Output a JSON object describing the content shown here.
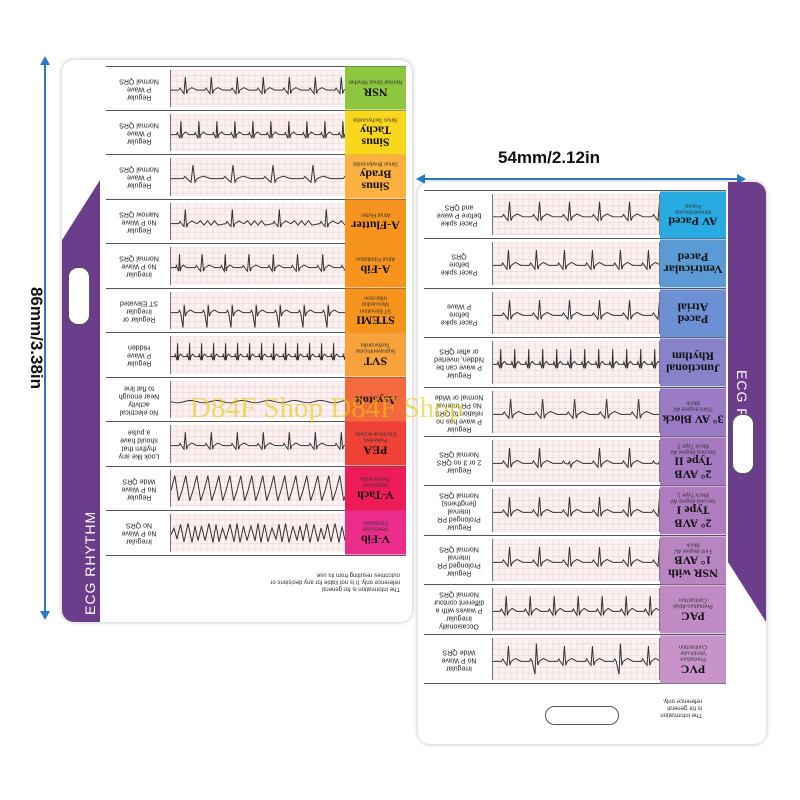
{
  "dimensions": {
    "height": "86mm/3.38in",
    "width": "54mm/2.12in"
  },
  "watermark": "D84F Shop D84F Shop",
  "card_left": {
    "brand": "ECG RHYTHM",
    "disclaimer": "The information is for general\nreference only. It is not liable for any decisions or\noutcomes resulting from its use.",
    "rows": [
      {
        "name": "NSR",
        "sub": "Normal Sinus Rhythm",
        "desc": "Regular\nP Wave\nNormal QRS",
        "color": "#8dc63f",
        "wave": "nsr"
      },
      {
        "name": "Sinus Tachy",
        "sub": "Sinus Tachycardia",
        "desc": "Regular\nP Wave\nNormal QRS",
        "color": "#f9d71c",
        "wave": "tachy"
      },
      {
        "name": "Sinus Brady",
        "sub": "Sinus Bradycardia",
        "desc": "Regular\nP Wave\nNormal QRS",
        "color": "#fbb040",
        "wave": "brady"
      },
      {
        "name": "A-Flutter",
        "sub": "Atrial Flutter",
        "desc": "Regular\nNo P Wave\nNarrow QRS",
        "color": "#f7941d",
        "wave": "flutter"
      },
      {
        "name": "A-Fib",
        "sub": "Atrial Fibrillation",
        "desc": "Irregular\nNo P Wave\nNormal QRS",
        "color": "#f7941d",
        "wave": "afib"
      },
      {
        "name": "STEMI",
        "sub": "ST Elevation\nMyocardial\nInfarction",
        "desc": "Regular or\nIrregular\nST Elevated",
        "color": "#f7941d",
        "wave": "stemi"
      },
      {
        "name": "SVT",
        "sub": "Supraventricular\nTachycardia",
        "desc": "Regular\nP Wave\nHidden",
        "color": "#f7a23a",
        "wave": "svt"
      },
      {
        "name": "Asystole",
        "sub": "",
        "desc": "No electrical\nactivity\nNear enough\nto flat line",
        "color": "#f26a3d",
        "wave": "asystole"
      },
      {
        "name": "PEA",
        "sub": "Pulseless\nElectrical Activity",
        "desc": "Look like any\nrhythm that\nshould have\na pulse",
        "color": "#ef4136",
        "wave": "pea"
      },
      {
        "name": "V-Tach",
        "sub": "Ventricular\nTachycardia",
        "desc": "Regular\nNo P Wave\nWide QRS",
        "color": "#ed1c56",
        "wave": "vtach"
      },
      {
        "name": "V-Fib",
        "sub": "Ventricular\nFibrillation",
        "desc": "Irregular\nNo P Wave\nNo QRS",
        "color": "#ec2c8a",
        "wave": "vfib"
      }
    ]
  },
  "card_right": {
    "brand": "ECG RHYTHM",
    "disclaimer": "The information\nis for general\nreference only.",
    "rows": [
      {
        "name": "AV Paced",
        "sub": "Atrioventricular\nPaced",
        "desc": "Pacer spike\nbefore P wave\nand QRS",
        "color": "#29abe2",
        "wave": "avpaced"
      },
      {
        "name": "Ventricular Paced",
        "sub": "",
        "desc": "Pacer spike\nbefore\nQRS",
        "color": "#5b9bd5",
        "wave": "vpaced"
      },
      {
        "name": "Paced Atrial",
        "sub": "",
        "desc": "Pacer spike\nbefore\nP Wave",
        "color": "#6d8fd4",
        "wave": "apaced"
      },
      {
        "name": "Junctional Rhythm",
        "sub": "",
        "desc": "Regular\nP wave can be\nhidden, inverted\nor after QRS",
        "color": "#8882c9",
        "wave": "junctional"
      },
      {
        "name": "3° AV Block",
        "sub": "Third degree AV\nBlock",
        "desc": "Regular\nP wave has no\nrelation to QRS\nNo PR Interval\nNormal or Wide",
        "color": "#9b7bc5",
        "wave": "avb3"
      },
      {
        "name": "2° AVB Type II",
        "sub": "Second degree AV\nBlock Type 2",
        "desc": "Regular\n2 or 3 no QRS\nNormal QRS",
        "color": "#a57ac0",
        "wave": "avb2b"
      },
      {
        "name": "2° AVB Type I",
        "sub": "Second degree AV\nBlock Type 1",
        "desc": "Regular\nProlonged PR\nInterval\n(lengthens)\nNormal QRS",
        "color": "#b07cc0",
        "wave": "avb2a"
      },
      {
        "name": "NSR with 1° AVB",
        "sub": "First degree AV\nBlock",
        "desc": "Regular\nProlonged PR\nInterval\nNormal QRS",
        "color": "#b884c2",
        "wave": "avb1"
      },
      {
        "name": "PAC",
        "sub": "Premature Atrial\nContraction",
        "desc": "Occasionally\nIrregular\nP waves with a\ndifferent contour\nNormal QRS",
        "color": "#c08ac4",
        "wave": "pac"
      },
      {
        "name": "PVC",
        "sub": "Premature\nVentricular\nContraction",
        "desc": "Irregular\nNo P Wave\nWide QRS",
        "color": "#c893c9",
        "wave": "pvc"
      }
    ]
  }
}
